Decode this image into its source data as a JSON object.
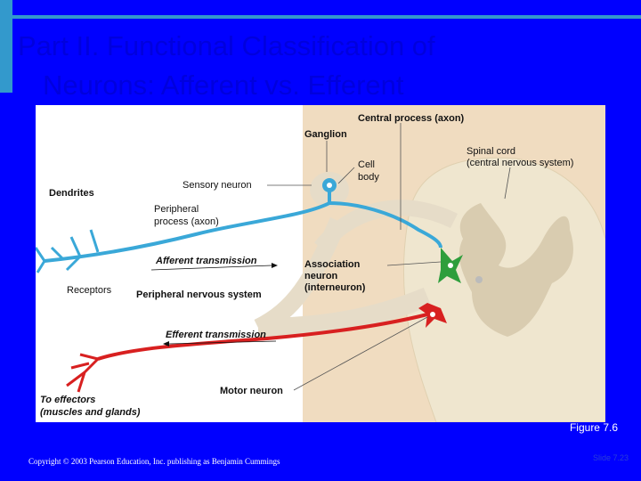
{
  "slide": {
    "title_line1": "Part II. Functional Classification of",
    "title_line2": "Neurons: Afferent vs. Efferent",
    "figure_caption": "Figure 7.6",
    "copyright": "Copyright © 2003 Pearson Education, Inc. publishing as Benjamin Cummings",
    "slide_number": "Slide 7.23"
  },
  "diagram": {
    "labels": {
      "central_process": "Central process (axon)",
      "ganglion": "Ganglion",
      "cell_body_1": "Cell",
      "cell_body_2": "body",
      "spinal_cord_1": "Spinal cord",
      "spinal_cord_2": "(central nervous system)",
      "dendrites": "Dendrites",
      "sensory_neuron": "Sensory neuron",
      "peripheral_process_1": "Peripheral",
      "peripheral_process_2": "process (axon)",
      "afferent": "Afferent transmission",
      "association_1": "Association",
      "association_2": "neuron",
      "association_3": "(interneuron)",
      "receptors": "Receptors",
      "pns": "Peripheral nervous system",
      "efferent": "Efferent transmission",
      "motor_neuron": "Motor neuron",
      "effectors_1": "To effectors",
      "effectors_2": "(muscles and glands)"
    },
    "colors": {
      "sensory": "#3aa8d8",
      "interneuron": "#2e9e3c",
      "motor": "#d82020",
      "spinal_cord": "#efe6cf",
      "gray_matter": "#d9ccb0",
      "tissue": "#f0dcc0"
    }
  }
}
